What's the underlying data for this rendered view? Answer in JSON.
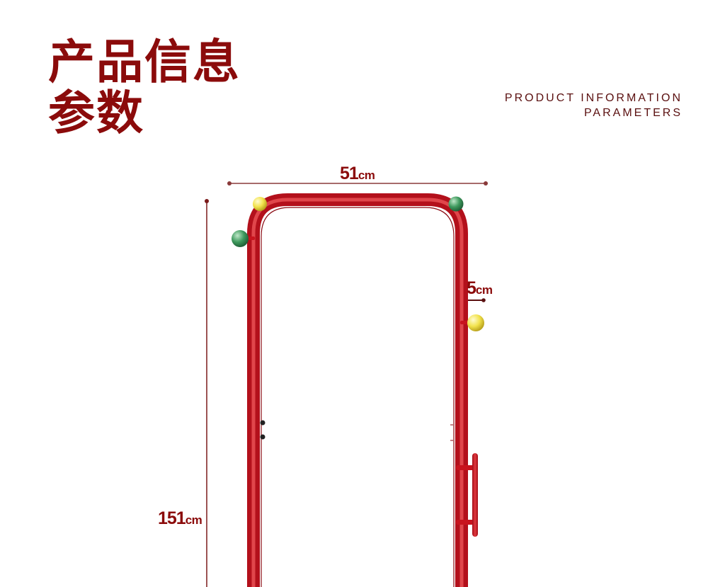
{
  "title": {
    "line1": "产品信息",
    "line2": "参数"
  },
  "subtitle_en": {
    "line1": "PRODUCT INFORMATION",
    "line2": "PARAMETERS"
  },
  "dimensions": {
    "width": {
      "value": "51",
      "unit": "cm"
    },
    "height": {
      "value": "151",
      "unit": "cm"
    },
    "hook_length": {
      "value": "5",
      "unit": "cm"
    }
  },
  "colors": {
    "title": "#8b0b0b",
    "frame": "#c8141e",
    "dimension_line": "#7a1a1a",
    "ball_yellow": "#f2e34d",
    "ball_green": "#3f9a5e"
  }
}
